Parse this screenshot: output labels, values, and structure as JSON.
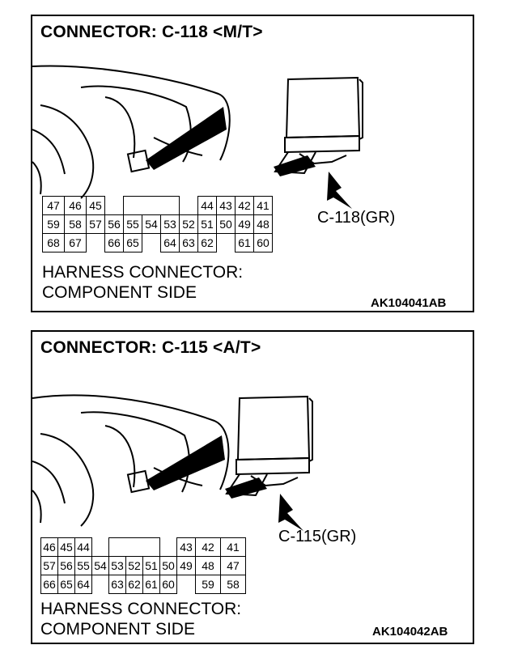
{
  "panels": [
    {
      "title": "CONNECTOR: C-118 <M/T>",
      "connector_label": "C-118(GR)",
      "side_line1": "HARNESS CONNECTOR:",
      "side_line2": "COMPONENT SIDE",
      "code": "AK104041AB",
      "rows": [
        [
          "47",
          "46",
          "45",
          "",
          "",
          "",
          "",
          "",
          "",
          "44",
          "43",
          "42",
          "41"
        ],
        [
          "59",
          "58",
          "57",
          "56",
          "55",
          "54",
          "53",
          "52",
          "51",
          "50",
          "49",
          "48"
        ],
        [
          "68",
          "67",
          "",
          "66",
          "65",
          "",
          "64",
          "63",
          "62",
          "",
          "61",
          "60"
        ]
      ]
    },
    {
      "title": "CONNECTOR: C-115 <A/T>",
      "connector_label": "C-115(GR)",
      "side_line1": "HARNESS CONNECTOR:",
      "side_line2": "COMPONENT SIDE",
      "code": "AK104042AB",
      "rows": [
        [
          "46",
          "45",
          "44",
          "",
          "",
          "",
          "",
          "43",
          "42",
          "41"
        ],
        [
          "57",
          "56",
          "55",
          "54",
          "53",
          "52",
          "51",
          "50",
          "49",
          "48",
          "47"
        ],
        [
          "66",
          "65",
          "64",
          "",
          "63",
          "62",
          "61",
          "60",
          "",
          "59",
          "58"
        ]
      ]
    }
  ]
}
